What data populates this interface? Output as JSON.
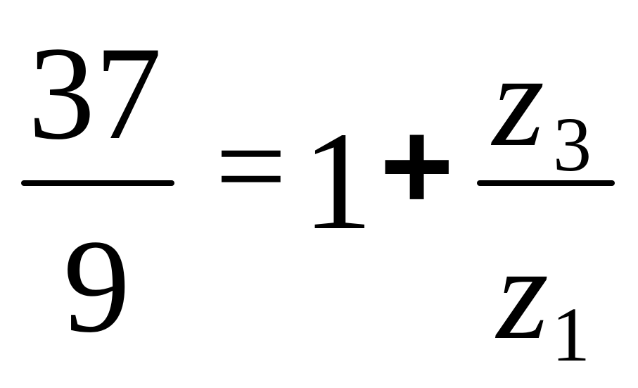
{
  "equation": {
    "lhs": {
      "numerator": "37",
      "denominator": "9"
    },
    "relation": "=",
    "rhs": {
      "term": "1",
      "operator": "+",
      "fraction": {
        "numerator_var": "z",
        "numerator_sub": "3",
        "denominator_var": "z",
        "denominator_sub": "1"
      }
    }
  }
}
